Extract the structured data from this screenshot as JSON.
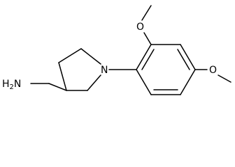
{
  "molecule": {
    "atoms": {
      "amine": {
        "element": "N",
        "hydrogens": "H",
        "hcount": "2"
      },
      "ring_nitrogen": {
        "element": "N"
      },
      "ortho_oxygen": {
        "element": "O"
      },
      "para_oxygen": {
        "element": "O"
      }
    },
    "colors": {
      "bond": "#000000",
      "text": "#000000",
      "background": "#ffffff"
    }
  }
}
